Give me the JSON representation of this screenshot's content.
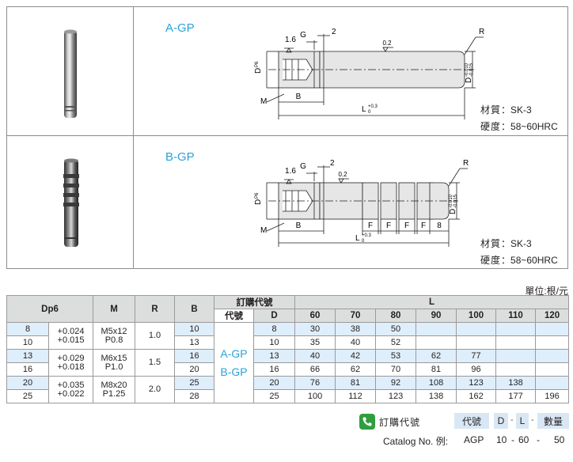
{
  "products": [
    {
      "type_label": "A-GP",
      "material_label": "材質",
      "material_value": "SK-3",
      "hardness_label": "硬度",
      "hardness_value": "58~60HRC",
      "dims": {
        "g": "G",
        "two": "2",
        "one_six": "1.6",
        "r": "R",
        "rough": "0.2",
        "d_tol": "D",
        "d_p6": "P6",
        "d_right": "D",
        "d_right_tol_top": "-0.010",
        "d_right_tol_bot": "-0.015",
        "m": "M",
        "b": "B",
        "l": "L",
        "l_tol_top": "+0.3",
        "l_tol_bot": "0"
      }
    },
    {
      "type_label": "B-GP",
      "material_label": "材質",
      "material_value": "SK-3",
      "hardness_label": "硬度",
      "hardness_value": "58~60HRC",
      "dims": {
        "g": "G",
        "two": "2",
        "one_six": "1.6",
        "r": "R",
        "rough": "0.2",
        "d_tol": "D",
        "d_p6": "P6",
        "d_right": "D",
        "d_right_tol_top": "-0.010",
        "d_right_tol_bot": "-0.015",
        "m": "M",
        "b": "B",
        "l": "L",
        "l_tol_top": "+0.3",
        "l_tol_bot": "0",
        "f1": "F",
        "f2": "F",
        "f3": "F",
        "f4": "F",
        "eight": "8"
      }
    }
  ],
  "unit_note": "單位:根/元",
  "table": {
    "headers": {
      "dp6": "Dp6",
      "m": "M",
      "r": "R",
      "b": "B",
      "order_code": "訂購代號",
      "code": "代號",
      "d": "D",
      "l": "L",
      "l_values": [
        "60",
        "70",
        "80",
        "90",
        "100",
        "110",
        "120"
      ]
    },
    "groups": [
      {
        "tol_top": "+0.024",
        "tol_bot": "+0.015",
        "m_top": "M5x12",
        "m_bot": "P0.8",
        "r": "1.0",
        "rows": [
          {
            "dp6": "8",
            "b": "10",
            "d": "8",
            "prices": [
              "30",
              "38",
              "50",
              "",
              "",
              "",
              ""
            ]
          },
          {
            "dp6": "10",
            "b": "13",
            "d": "10",
            "prices": [
              "35",
              "40",
              "52",
              "",
              "",
              "",
              ""
            ]
          }
        ]
      },
      {
        "tol_top": "+0.029",
        "tol_bot": "+0.018",
        "m_top": "M6x15",
        "m_bot": "P1.0",
        "r": "1.5",
        "rows": [
          {
            "dp6": "13",
            "b": "16",
            "d": "13",
            "prices": [
              "40",
              "42",
              "53",
              "62",
              "77",
              "",
              ""
            ]
          },
          {
            "dp6": "16",
            "b": "20",
            "d": "16",
            "prices": [
              "66",
              "62",
              "70",
              "81",
              "96",
              "",
              ""
            ]
          }
        ]
      },
      {
        "tol_top": "+0.035",
        "tol_bot": "+0.022",
        "m_top": "M8x20",
        "m_bot": "P1.25",
        "r": "2.0",
        "rows": [
          {
            "dp6": "20",
            "b": "25",
            "d": "20",
            "prices": [
              "76",
              "81",
              "92",
              "108",
              "123",
              "138",
              ""
            ]
          },
          {
            "dp6": "25",
            "b": "28",
            "d": "25",
            "prices": [
              "100",
              "112",
              "123",
              "138",
              "162",
              "177",
              "196"
            ]
          }
        ]
      }
    ],
    "codes": [
      "A-GP",
      "B-GP"
    ]
  },
  "catalog": {
    "order_label": "訂購代號",
    "chips": [
      "代號",
      "D",
      "L",
      "數量"
    ],
    "seps": [
      "-",
      "-",
      "-"
    ],
    "example_label": "Catalog No. 例:",
    "example_values": [
      "AGP",
      "10",
      "-",
      "60",
      "-",
      "50"
    ]
  },
  "colors": {
    "accent": "#2aa3d8",
    "header_bg": "#dcdedd",
    "row_shade": "#dfeefb",
    "chip_bg": "#d9e7f5",
    "phone_icon": "#2f9e3f"
  },
  "icons": {
    "order_icon": "phone-icon"
  }
}
